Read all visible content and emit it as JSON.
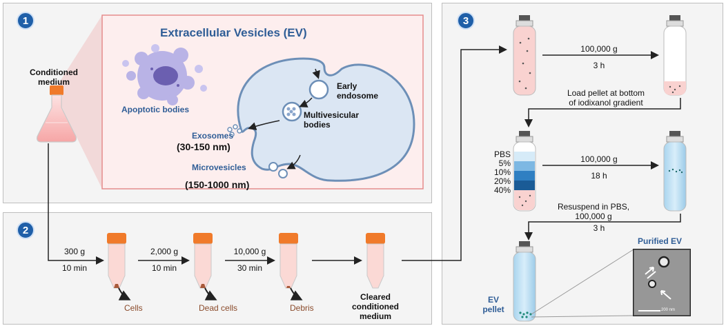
{
  "panel1": {
    "badge": "1",
    "conditioned_medium": [
      "Conditioned",
      "medium"
    ],
    "ev_title": "Extracellular Vesicles (EV)",
    "apoptotic": "Apoptotic bodies",
    "early_endosome": [
      "Early",
      "endosome"
    ],
    "mvb": [
      "Multivesicular",
      "bodies"
    ],
    "exosomes": "Exosomes",
    "exosome_size": "(30-150 nm)",
    "microvesicles": "Microvesicles",
    "microvesicle_size": "(150-1000 nm)"
  },
  "panel2": {
    "badge": "2",
    "steps": [
      {
        "speed": "300 g",
        "time": "10 min"
      },
      {
        "speed": "2,000 g",
        "time": "10 min"
      },
      {
        "speed": "10,000 g",
        "time": "30 min"
      }
    ],
    "outputs": [
      "Cells",
      "Dead cells",
      "Debris"
    ],
    "cleared": [
      "Cleared",
      "conditioned",
      "medium"
    ]
  },
  "panel3": {
    "badge": "3",
    "spin1": {
      "speed": "100,000 g",
      "time": "3 h"
    },
    "load_note": [
      "Load pellet at bottom",
      "of iodixanol gradient"
    ],
    "gradient_labels": [
      "PBS",
      "5%",
      "10%",
      "20%",
      "40%"
    ],
    "spin2": {
      "speed": "100,000 g",
      "time": "18 h"
    },
    "resuspend": [
      "Resuspend in PBS,",
      "100,000 g",
      "3 h"
    ],
    "ev_pellet": [
      "EV",
      "pellet"
    ],
    "purified": "Purified EV",
    "scale_bar": "200 nm"
  }
}
